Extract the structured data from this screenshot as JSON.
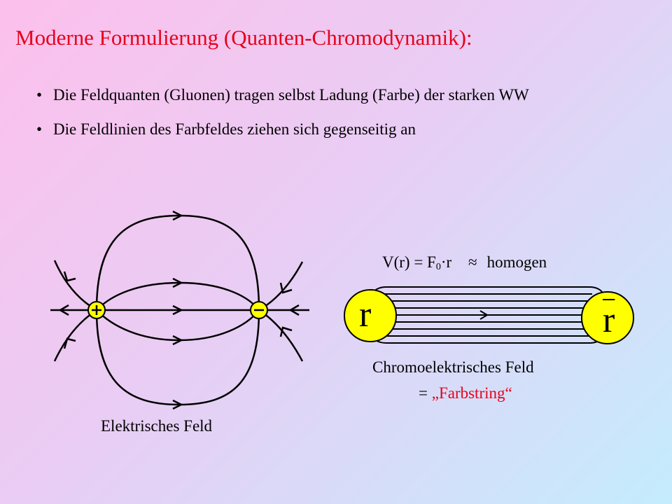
{
  "title": "Moderne Formulierung (Quanten-Chromodynamik):",
  "bullets": [
    {
      "marker": "•",
      "text": "Die Feldquanten (Gluonen) tragen selbst Ladung (Farbe) der starken WW"
    },
    {
      "marker": "•",
      "text": "Die Feldlinien des Farbfeldes ziehen sich gegenseitig an"
    }
  ],
  "left_diagram": {
    "plus_sign": "+",
    "minus_sign": "−",
    "caption": "Elektrisches Feld"
  },
  "right_diagram": {
    "formula": {
      "lhs": "V(r) = F",
      "subscript": "0",
      "rhs": "·r",
      "approx": "≈",
      "word": "homogen"
    },
    "quark_left": "r",
    "quark_right": "r",
    "caption_line1": "Chromoelektrisches Feld",
    "caption_eq": "= ",
    "caption_string": "„Farbstring“"
  },
  "colors": {
    "title": "#e8001a",
    "charge_fill": "#ffff00",
    "string_label": "#e8001a"
  }
}
